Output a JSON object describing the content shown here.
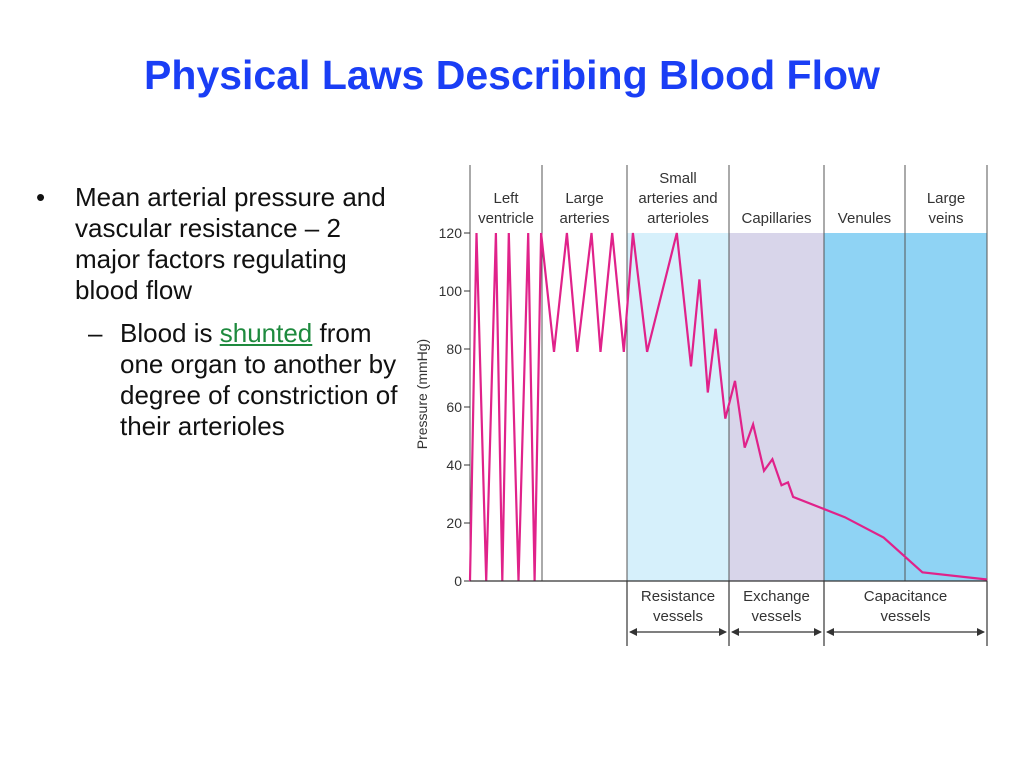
{
  "slide": {
    "title": "Physical Laws Describing Blood Flow",
    "bullet_1": "Mean arterial pressure and vascular resistance – 2 major factors regulating blood flow",
    "sub_bullet_prefix": "Blood is ",
    "sub_bullet_link": "shunted",
    "sub_bullet_suffix": " from one organ to another by degree of constriction of their arterioles",
    "link_color": "#1e8a3e",
    "title_color": "#1a3ef5"
  },
  "chart_data": {
    "type": "line",
    "ylabel": "Pressure (mmHg)",
    "ylim": [
      0,
      120
    ],
    "yticks": [
      0,
      20,
      40,
      60,
      80,
      100,
      120
    ],
    "regions": [
      {
        "label_lines": [
          "Left",
          "ventricle"
        ],
        "shade": "#ffffff"
      },
      {
        "label_lines": [
          "Large",
          "arteries"
        ],
        "shade": "#ffffff"
      },
      {
        "label_lines": [
          "Small",
          "arteries and",
          "arterioles"
        ],
        "shade": "#d6f0fb"
      },
      {
        "label_lines": [
          "Capillaries"
        ],
        "shade": "#d8d5ea"
      },
      {
        "label_lines": [
          "Venules"
        ],
        "shade": "#8fd3f4"
      },
      {
        "label_lines": [
          "Large",
          "veins"
        ],
        "shade": "#8fd3f4"
      }
    ],
    "vessel_groups": [
      {
        "label_lines": [
          "Resistance",
          "vessels"
        ]
      },
      {
        "label_lines": [
          "Exchange",
          "vessels"
        ]
      },
      {
        "label_lines": [
          "Capacitance",
          "vessels"
        ]
      }
    ],
    "series": [
      {
        "color": "#e0228a",
        "x": [
          0,
          0.1,
          0.25,
          0.4,
          0.5,
          0.6,
          0.75,
          0.9,
          1.0,
          1.1,
          1.3,
          1.5,
          1.66,
          1.88,
          2.02,
          2.2,
          2.38,
          2.52,
          2.74,
          3.2,
          3.42,
          3.55,
          3.68,
          3.8,
          3.95,
          4.1,
          4.25,
          4.38,
          4.55,
          4.68,
          4.82,
          4.92,
          5.0,
          5.8,
          6.4,
          7.0,
          8.0
        ],
        "y": [
          0,
          120,
          0,
          120,
          0,
          120,
          0,
          120,
          0,
          120,
          79,
          120,
          79,
          120,
          79,
          120,
          79,
          120,
          79,
          120,
          74,
          104,
          65,
          87,
          56,
          69,
          46,
          54,
          38,
          42,
          33,
          34,
          29,
          22,
          15,
          3,
          0.5
        ]
      }
    ]
  }
}
